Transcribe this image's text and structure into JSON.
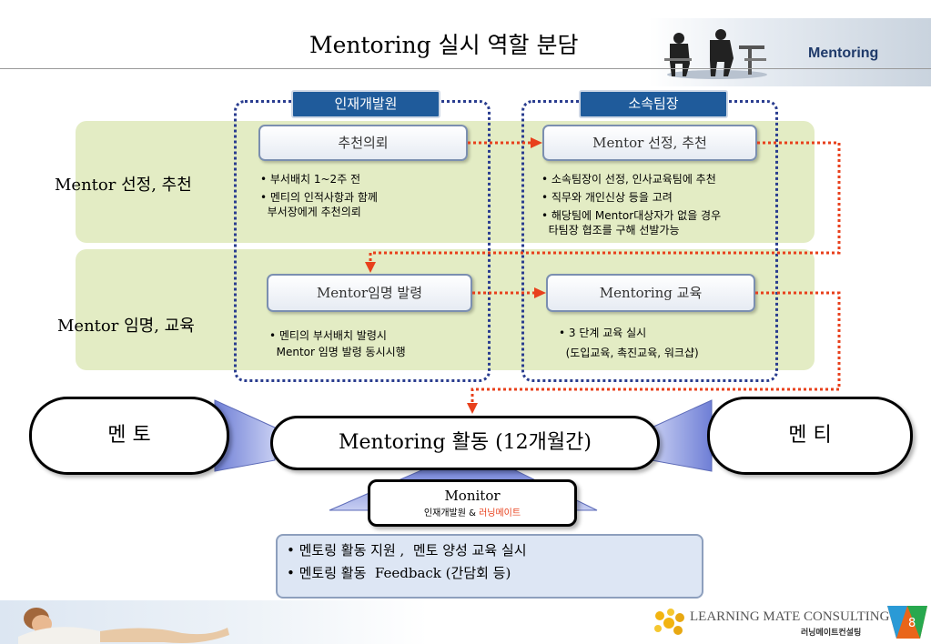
{
  "slide": {
    "title": "Mentoring 실시 역할 분담",
    "brand_label": "Mentoring",
    "page_number": "8"
  },
  "rows": [
    {
      "label": "Mentor 선정, 추천"
    },
    {
      "label": "Mentor 임명, 교육"
    }
  ],
  "columns": [
    {
      "header": "인재개발원",
      "boxes": [
        {
          "label": "추천의뢰",
          "bullets": [
            "• 부서배치 1~2주 전",
            "• 멘티의 인적사항과 함께",
            "  부서장에게 추천의뢰"
          ]
        },
        {
          "label": "Mentor임명 발령",
          "bullets": [
            "• 멘티의 부서배치 발령시",
            "  Mentor 임명 발령 동시시행"
          ]
        }
      ]
    },
    {
      "header": "소속팀장",
      "boxes": [
        {
          "label": "Mentor 선정, 추천",
          "bullets": [
            "• 소속팀장이 선정, 인사교육팀에 추천",
            "• 직무와 개인신상 등을 고려",
            "• 해당팀에 Mentor대상자가 없을 경우",
            "  타팀장 협조를 구해 선발가능"
          ]
        },
        {
          "label": "Mentoring 교육",
          "bullets": [
            "• 3 단계 교육 실시",
            "  (도입교육, 촉진교육, 워크샵)"
          ]
        }
      ]
    }
  ],
  "activity": {
    "mentor": "멘 토",
    "center": "Mentoring 활동 (12개월간)",
    "mentee": "멘 티"
  },
  "monitor": {
    "title": "Monitor",
    "sub_prefix": "인재개발원 & ",
    "sub_highlight": "러닝메이트"
  },
  "roles": [
    "• 멘토링 활동 지원 ,  멘토 양성 교육 실시",
    "• 멘토링 활동  Feedback (간담회 등)"
  ],
  "footer": {
    "company": "LEARNING MATE CONSULTING",
    "company_kr": "러닝메이트컨설팅"
  },
  "colors": {
    "band": "#e3ecc4",
    "header_tab": "#1f5b9b",
    "dotted_frame": "#2a3d8f",
    "flow_arrow": "#e8401c",
    "highlight": "#e8401c"
  }
}
